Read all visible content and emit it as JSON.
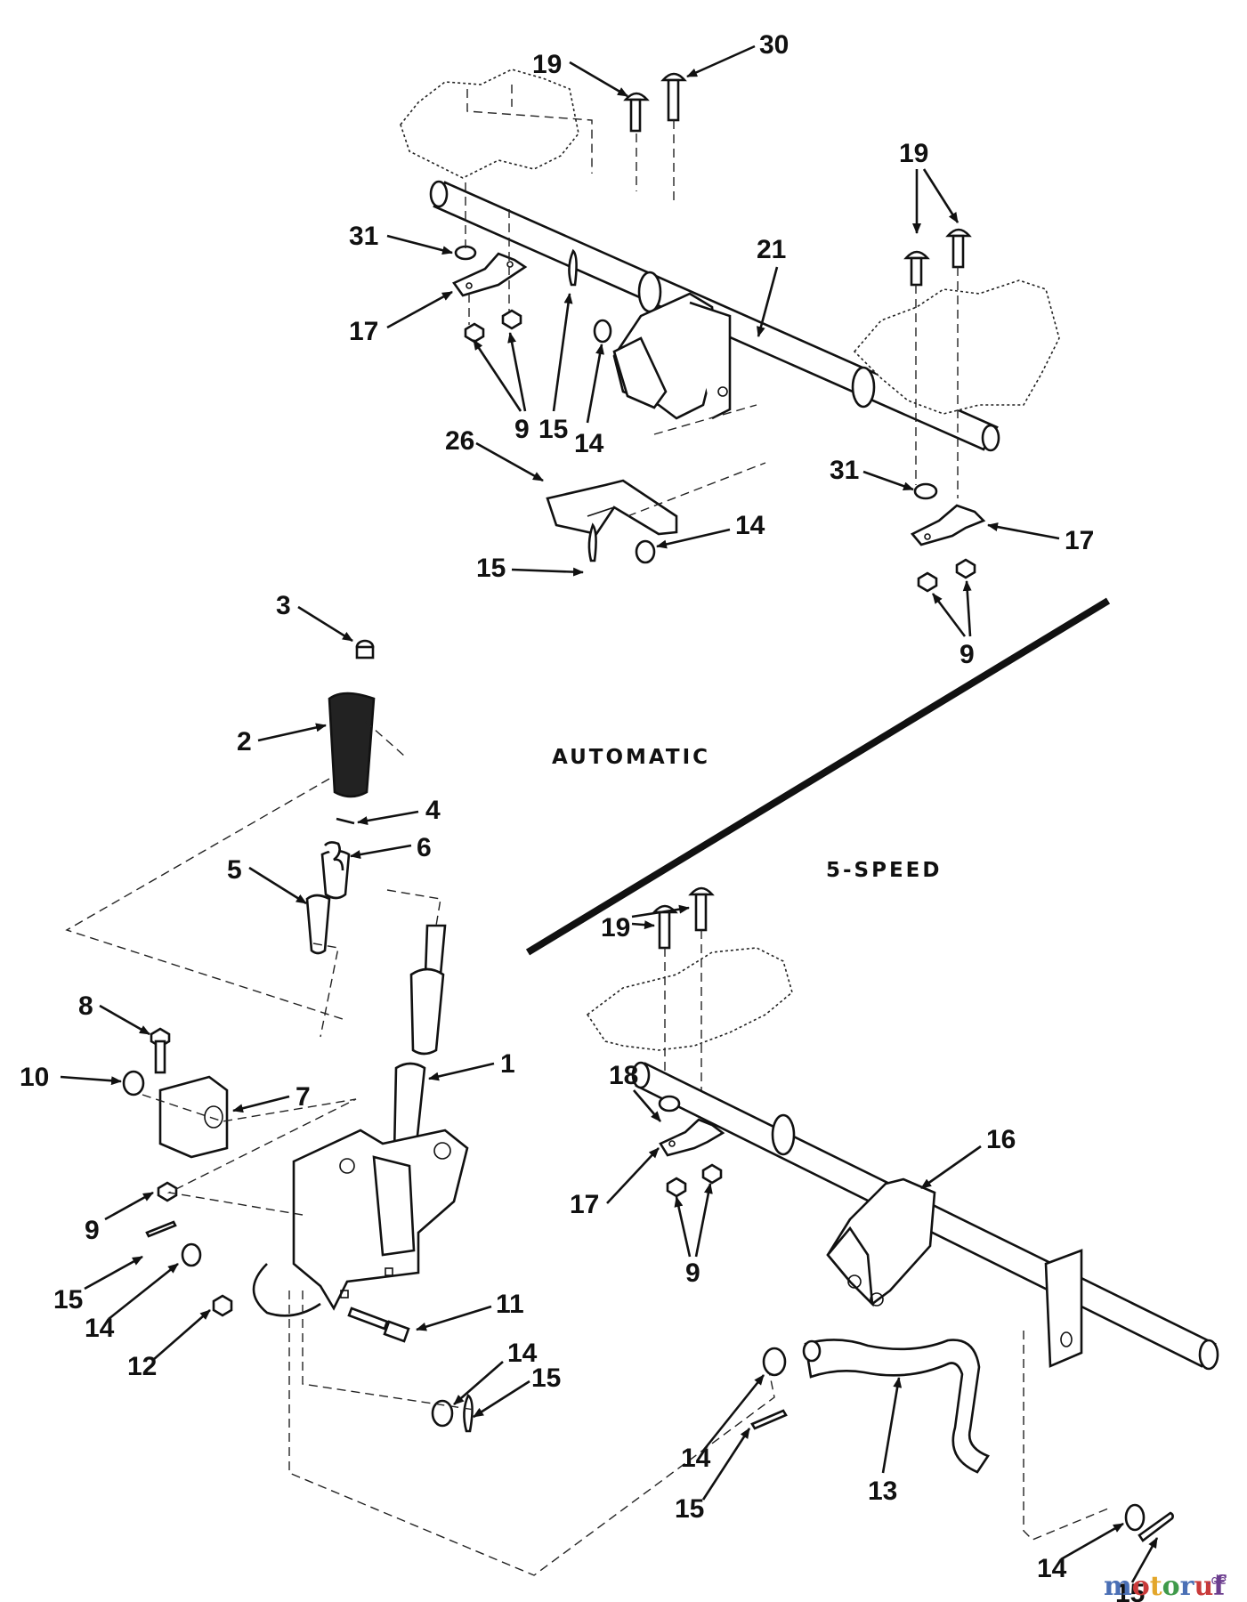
{
  "diagram": {
    "sections": {
      "automatic": "AUTOMATIC",
      "five_speed": "5-SPEED"
    },
    "callouts": {
      "c19a": "19",
      "c30": "30",
      "c31a": "31",
      "c17a": "17",
      "c9a": "9",
      "c15a": "15",
      "c14a": "14",
      "c21": "21",
      "c19b": "19",
      "c26": "26",
      "c14b": "14",
      "c15b": "15",
      "c31b": "31",
      "c17b": "17",
      "c9b": "9",
      "c3": "3",
      "c2": "2",
      "c4": "4",
      "c6": "6",
      "c5": "5",
      "c19c": "19",
      "c8": "8",
      "c1": "1",
      "c10": "10",
      "c7": "7",
      "c18": "18",
      "c16": "16",
      "c9c": "9",
      "c17c": "17",
      "c9d": "9",
      "c15c": "15",
      "c14c": "14",
      "c11": "11",
      "c12": "12",
      "c14d": "14",
      "c15d": "15",
      "c14e": "14",
      "c15e": "15",
      "c13": "13",
      "c14f": "14",
      "c15f": "15"
    },
    "watermark": {
      "main": "motoruf",
      "suffix": ".de"
    }
  }
}
